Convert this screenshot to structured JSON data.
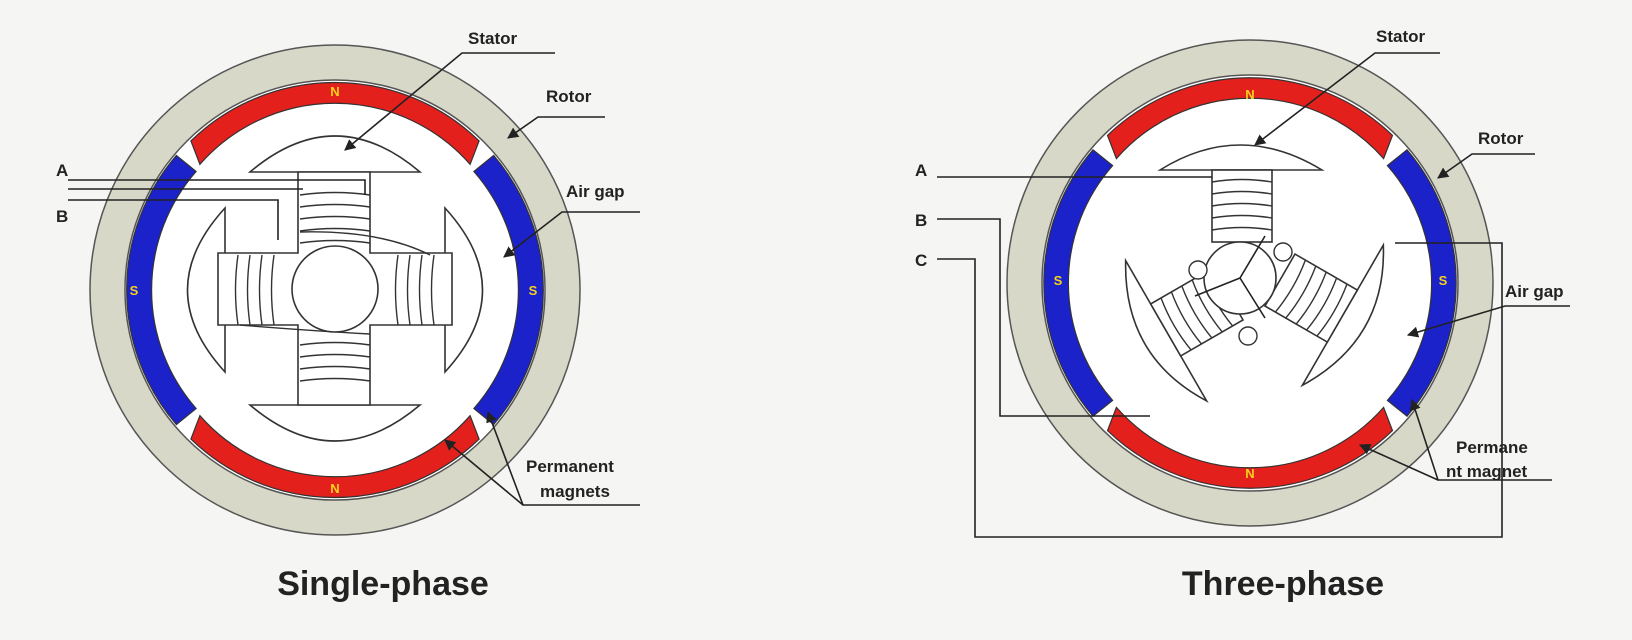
{
  "colors": {
    "background": "#f5f5f3",
    "rotor_ring": "#d7d8c7",
    "north_magnet": "#e4201d",
    "south_magnet": "#1b22c9",
    "pole_letter": "#f7d21b",
    "line": "#222222"
  },
  "single_phase": {
    "title": "Single-phase",
    "labels": {
      "stator": "Stator",
      "rotor": "Rotor",
      "air_gap": "Air gap",
      "permanent_magnets_line1": "Permanent",
      "permanent_magnets_line2": "magnets",
      "wire_a": "A",
      "wire_b": "B"
    },
    "poles": {
      "north_top": "N",
      "north_bottom": "N",
      "south_left": "S",
      "south_right": "S"
    }
  },
  "three_phase": {
    "title": "Three-phase",
    "labels": {
      "stator": "Stator",
      "rotor": "Rotor",
      "air_gap": "Air gap",
      "permanent_magnet_line1": "Permane",
      "permanent_magnet_line2": "nt magnet",
      "wire_a": "A",
      "wire_b": "B",
      "wire_c": "C"
    },
    "poles": {
      "north_top": "N",
      "north_bottom": "N",
      "south_left": "S",
      "south_right": "S"
    }
  }
}
